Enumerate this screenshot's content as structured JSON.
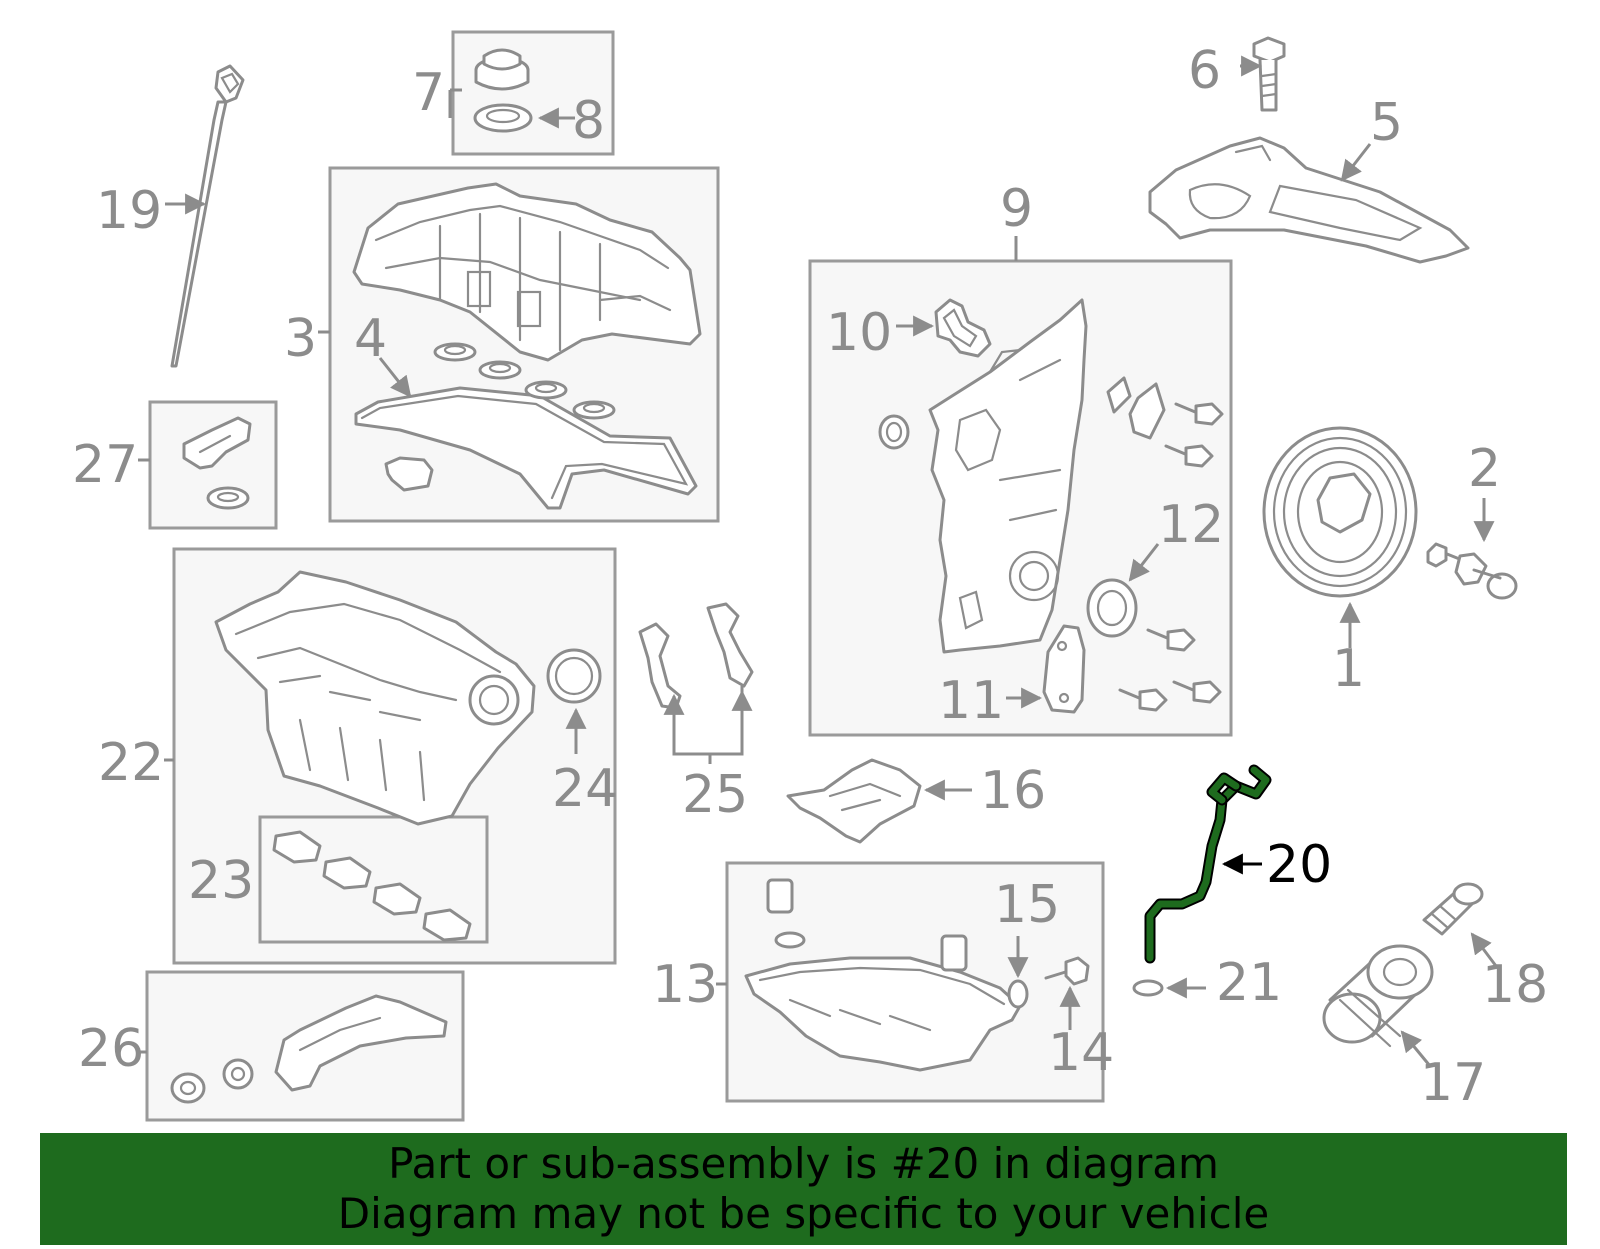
{
  "diagram": {
    "highlight_color": "#1e6b1e",
    "part_numbers": {
      "p1": "1",
      "p2": "2",
      "p3": "3",
      "p4": "4",
      "p5": "5",
      "p6": "6",
      "p7": "7",
      "p8": "8",
      "p9": "9",
      "p10": "10",
      "p11": "11",
      "p12": "12",
      "p13": "13",
      "p14": "14",
      "p15": "15",
      "p16": "16",
      "p17": "17",
      "p18": "18",
      "p19": "19",
      "p20": "20",
      "p21": "21",
      "p22": "22",
      "p23": "23",
      "p24": "24",
      "p25": "25",
      "p26": "26",
      "p27": "27"
    },
    "highlighted_part": "20"
  },
  "banner": {
    "line1": "Part or sub-assembly is #20 in diagram",
    "line2": "Diagram may not be specific to your vehicle",
    "background": "#1e6b1e"
  }
}
